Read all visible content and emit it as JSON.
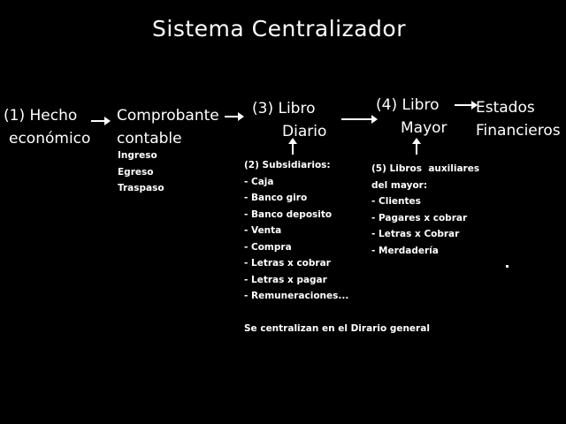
{
  "title": "Sistema Centralizador",
  "nodes": {
    "hecho": {
      "line1": "(1) Hecho",
      "line2": "económico"
    },
    "comprobante": {
      "line1": "Comprobante",
      "line2": "contable",
      "types": [
        "Ingreso",
        "Egreso",
        "Traspaso"
      ]
    },
    "diario": {
      "line1": "(3) Libro",
      "line2": "Diario"
    },
    "mayor": {
      "line1": "(4) Libro",
      "line2": "Mayor"
    },
    "estados": {
      "line1": "Estados",
      "line2": "Financieros"
    }
  },
  "subsidiarios": {
    "heading": "(2) Subsidiarios:",
    "items": [
      "- Caja",
      "- Banco giro",
      "- Banco deposito",
      "- Venta",
      "- Compra",
      "- Letras x cobrar",
      "- Letras x pagar",
      "- Remuneraciones..."
    ]
  },
  "auxiliares": {
    "heading_line1": "(5) Libros  auxiliares",
    "heading_line2": "del mayor:",
    "items": [
      "- Clientes",
      "- Pagares x cobrar",
      "- Letras x Cobrar",
      "- Merdadería"
    ]
  },
  "note": "Se centralizan en el Dirario general",
  "colors": {
    "background": "#000000",
    "foreground": "#ffffff"
  }
}
